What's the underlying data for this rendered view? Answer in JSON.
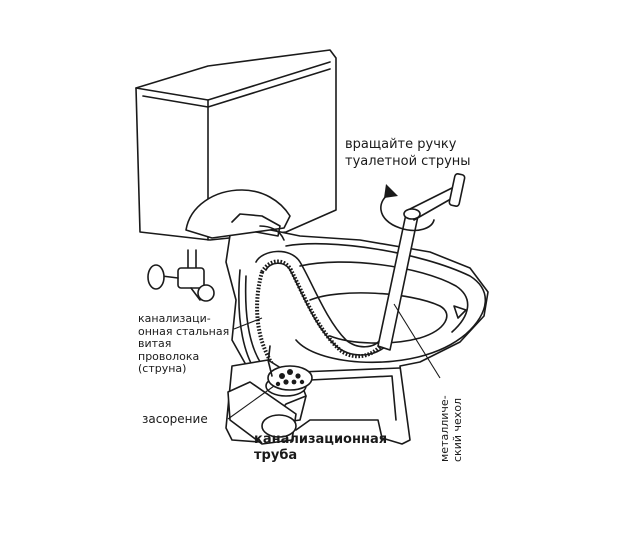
{
  "labels": {
    "rotate_handle": [
      "вращайте ручку",
      "туалетной струны"
    ],
    "steel_wire": [
      "канализаци-",
      "онная стальная",
      "витая",
      "проволока",
      "(струна)"
    ],
    "clog": "засорение",
    "sewer_pipe": [
      "канализационная",
      "труба"
    ],
    "metal_sheath": [
      "металличе-",
      "ский чехол"
    ]
  }
}
